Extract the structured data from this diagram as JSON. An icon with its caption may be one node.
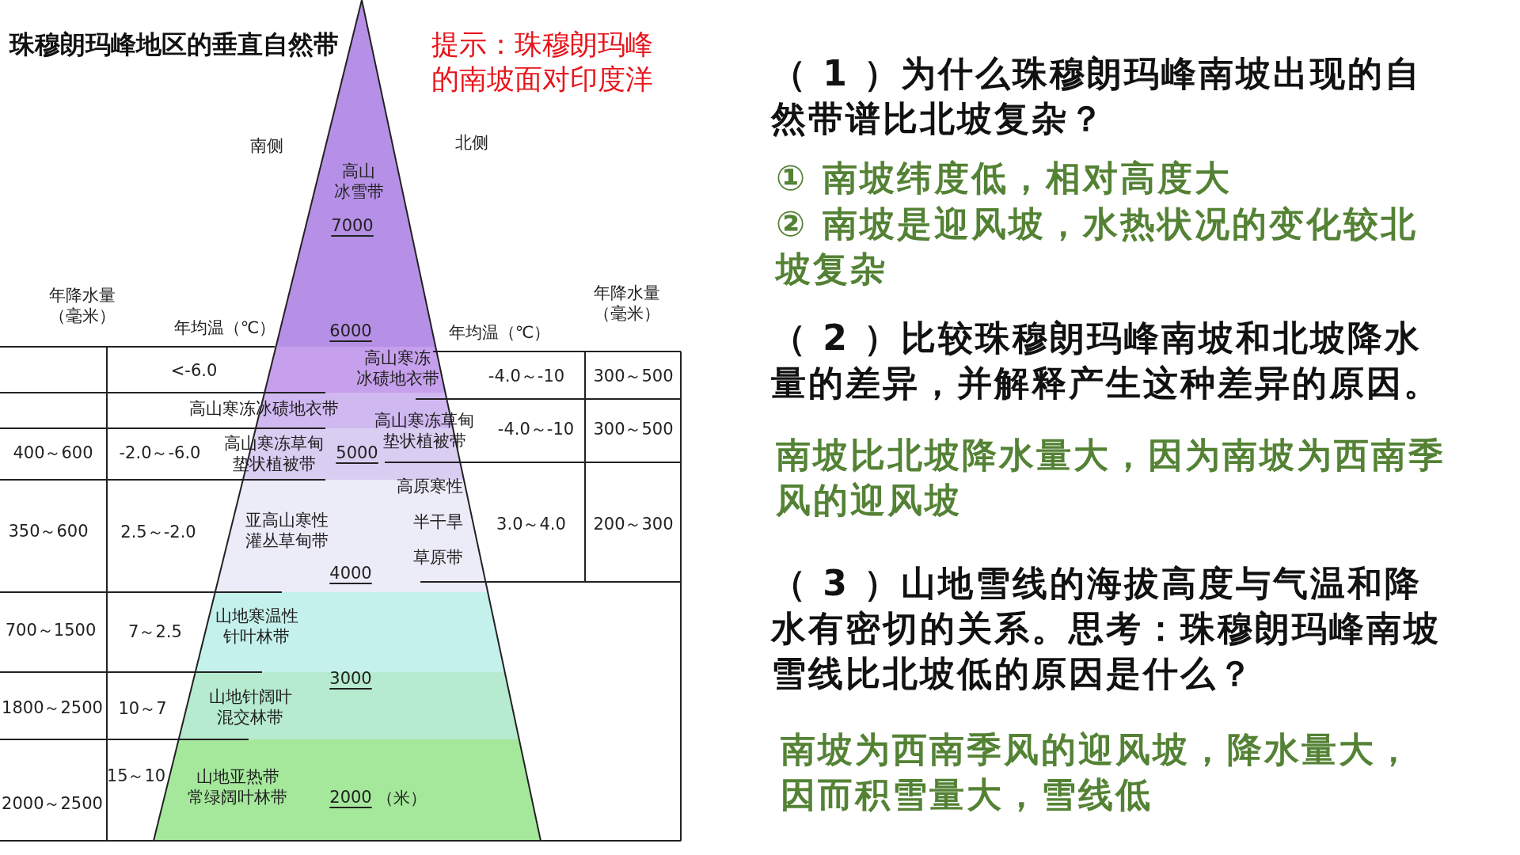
{
  "diagram": {
    "title": "珠穆朗玛峰地区的垂直自然带",
    "labels": [
      "提示：珠穆朗玛峰的南坡面对印度洋",
      "南侧",
      "北侧",
      "高山冰雪带",
      "7000",
      "年降水量（毫米）",
      "年降水量（毫米）",
      "年均温（℃）",
      "6000",
      "年均温（℃）",
      "<-6.0",
      "高山寒冻冰碛地衣带",
      "-4.0～-10",
      "300～500",
      "高山寒冻冰碛地衣带",
      "高山寒冻草甸垫状植被带",
      "-4.0～-10",
      "300～500",
      "400～600",
      "-2.0～-6.0",
      "高山寒冻草甸垫状植被带",
      "5000",
      "高原寒性半干旱草原带",
      "350～600",
      "2.5～-2.0",
      "亚高山寒性灌丛草甸带",
      "3.0～4.0",
      "200～300",
      "4000",
      "700～1500",
      "7～2.5",
      "山地寒温性针叶林带",
      "3000",
      "1800～2500",
      "10～7",
      "山地针阔叶混交林带",
      "15～10",
      "2000～2500",
      "山地亚热带常绿阔叶林带",
      "2000",
      "（米）",
      "（ 1 ）为什么珠穆朗玛峰南坡出现的自然带谱比北坡复杂？",
      "① 南坡纬度低，相对高度大",
      "② 南坡是迎风坡，水热状况的变化较北坡复杂",
      "（ 2 ）比较珠穆朗玛峰南坡和北坡降水量的差异，并解释产生这种差异的原因。",
      "南坡比北坡降水量大，因为南坡为西南季风的迎风坡",
      "（ 3 ）山地雪线的海拔高度与气温和降水有密切的关系。思考：珠穆朗玛峰南坡雪线比北坡低的原因是什么？",
      "南坡为西南季风的迎风坡，降水量大，因而积雪量大，雪线低"
    ]
  }
}
